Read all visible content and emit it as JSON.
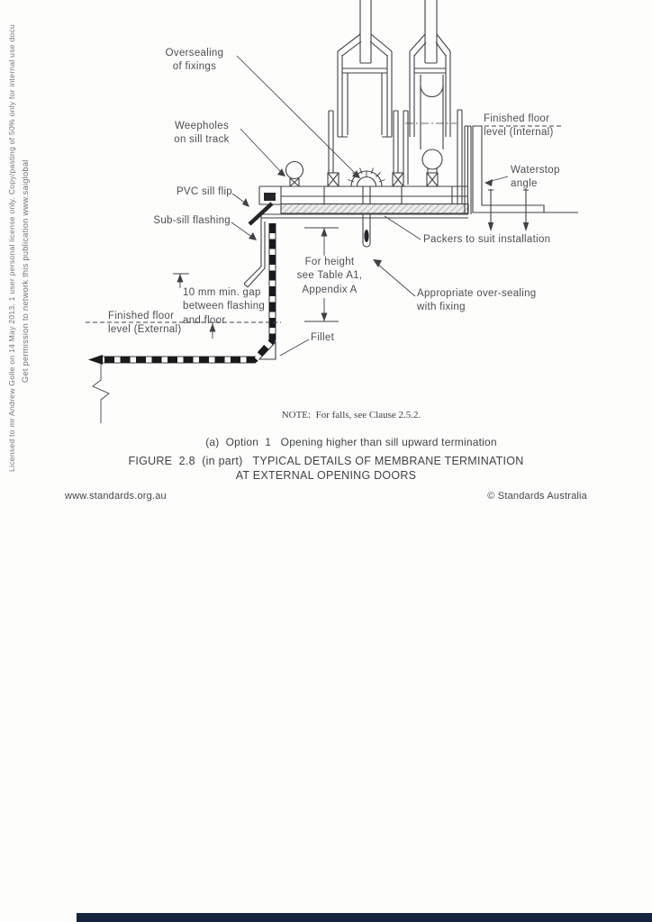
{
  "sidebar": {
    "line1": "Licensed to mr Andrew Golle on 14 May 2013. 1 user personal license only. Copy/pasting of 50% only for internal use docu",
    "line2": "Get permission to network this publication www.saiglobal"
  },
  "labels": {
    "oversealing": "Oversealing\nof fixings",
    "weepholes": "Weepholes\non sill track",
    "pvc_sill_flip": "PVC sill flip",
    "sub_sill_flashing": "Sub-sill flashing",
    "ffl_internal": "Finished floor\nlevel (Internal)",
    "waterstop_angle": "Waterstop\nangle",
    "packers": "Packers to suit installation",
    "for_height": "For height\nsee Table A1,\nAppendix A",
    "over_sealing": "Appropriate over-sealing\nwith fixing",
    "gap": "10 mm min. gap\nbetween flashing\nand floor",
    "ffl_external": "Finished floor\nlevel (External)",
    "fillet": "Fillet"
  },
  "captions": {
    "note": "NOTE:  For falls, see Clause 2.5.2.",
    "option": "(a)  Option  1   Opening higher than sill upward termination",
    "figure_line1": "FIGURE  2.8  (in part)   TYPICAL DETAILS OF MEMBRANE TERMINATION",
    "figure_line2": "AT EXTERNAL OPENING DOORS"
  },
  "footer": {
    "left": "www.standards.org.au",
    "right": "© Standards Australia"
  },
  "colors": {
    "line": "#3f4145",
    "label_text": "#4b4e53",
    "membrane": "#1a1a1d",
    "sidebar_text": "#70767c",
    "bottom_bar": "#16233c"
  }
}
